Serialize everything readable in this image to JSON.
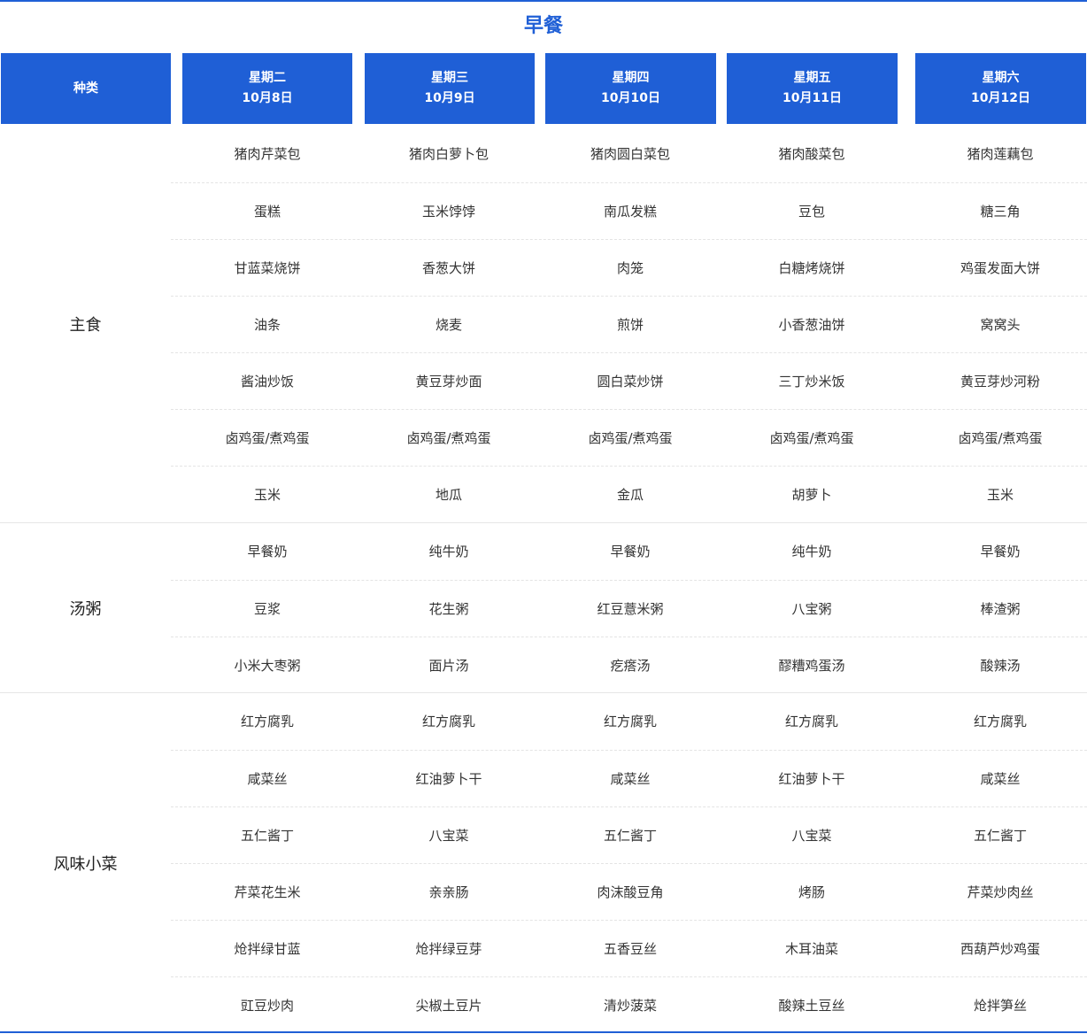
{
  "title": "早餐",
  "header": {
    "category": "种类",
    "days": [
      {
        "weekday": "星期二",
        "date": "10月8日"
      },
      {
        "weekday": "星期三",
        "date": "10月9日"
      },
      {
        "weekday": "星期四",
        "date": "10月10日"
      },
      {
        "weekday": "星期五",
        "date": "10月11日"
      },
      {
        "weekday": "星期六",
        "date": "10月12日"
      }
    ]
  },
  "groups": [
    {
      "name": "主食",
      "rows": [
        [
          "猪肉芹菜包",
          "猪肉白萝卜包",
          "猪肉圆白菜包",
          "猪肉酸菜包",
          "猪肉莲藕包"
        ],
        [
          "蛋糕",
          "玉米饽饽",
          "南瓜发糕",
          "豆包",
          "糖三角"
        ],
        [
          "甘蓝菜烧饼",
          "香葱大饼",
          "肉笼",
          "白糖烤烧饼",
          "鸡蛋发面大饼"
        ],
        [
          "油条",
          "烧麦",
          "煎饼",
          "小香葱油饼",
          "窝窝头"
        ],
        [
          "酱油炒饭",
          "黄豆芽炒面",
          "圆白菜炒饼",
          "三丁炒米饭",
          "黄豆芽炒河粉"
        ],
        [
          "卤鸡蛋/煮鸡蛋",
          "卤鸡蛋/煮鸡蛋",
          "卤鸡蛋/煮鸡蛋",
          "卤鸡蛋/煮鸡蛋",
          "卤鸡蛋/煮鸡蛋"
        ],
        [
          "玉米",
          "地瓜",
          "金瓜",
          "胡萝卜",
          "玉米"
        ]
      ]
    },
    {
      "name": "汤粥",
      "rows": [
        [
          "早餐奶",
          "纯牛奶",
          "早餐奶",
          "纯牛奶",
          "早餐奶"
        ],
        [
          "豆浆",
          "花生粥",
          "红豆薏米粥",
          "八宝粥",
          "棒渣粥"
        ],
        [
          "小米大枣粥",
          "面片汤",
          "疙瘩汤",
          "醪糟鸡蛋汤",
          "酸辣汤"
        ]
      ]
    },
    {
      "name": "风味小菜",
      "rows": [
        [
          "红方腐乳",
          "红方腐乳",
          "红方腐乳",
          "红方腐乳",
          "红方腐乳"
        ],
        [
          "咸菜丝",
          "红油萝卜干",
          "咸菜丝",
          "红油萝卜干",
          "咸菜丝"
        ],
        [
          "五仁酱丁",
          "八宝菜",
          "五仁酱丁",
          "八宝菜",
          "五仁酱丁"
        ],
        [
          "芹菜花生米",
          "亲亲肠",
          "肉沫酸豆角",
          "烤肠",
          "芹菜炒肉丝"
        ],
        [
          "炝拌绿甘蓝",
          "炝拌绿豆芽",
          "五香豆丝",
          "木耳油菜",
          "西葫芦炒鸡蛋"
        ],
        [
          "豇豆炒肉",
          "尖椒土豆片",
          "清炒菠菜",
          "酸辣土豆丝",
          "炝拌笋丝"
        ]
      ]
    }
  ]
}
